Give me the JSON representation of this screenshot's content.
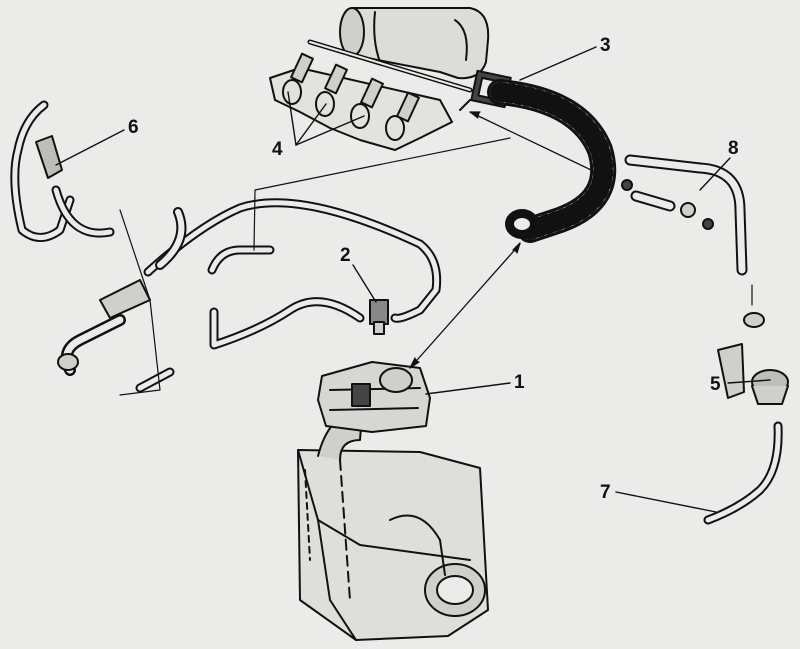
{
  "callouts": [
    {
      "id": "1",
      "label": "1"
    },
    {
      "id": "2",
      "label": "2"
    },
    {
      "id": "3",
      "label": "3"
    },
    {
      "id": "4",
      "label": "4"
    },
    {
      "id": "5",
      "label": "5"
    },
    {
      "id": "6",
      "label": "6"
    },
    {
      "id": "7",
      "label": "7"
    },
    {
      "id": "8",
      "label": "8"
    }
  ],
  "colors": {
    "paper": "#ebebe9",
    "ink": "#111111"
  }
}
